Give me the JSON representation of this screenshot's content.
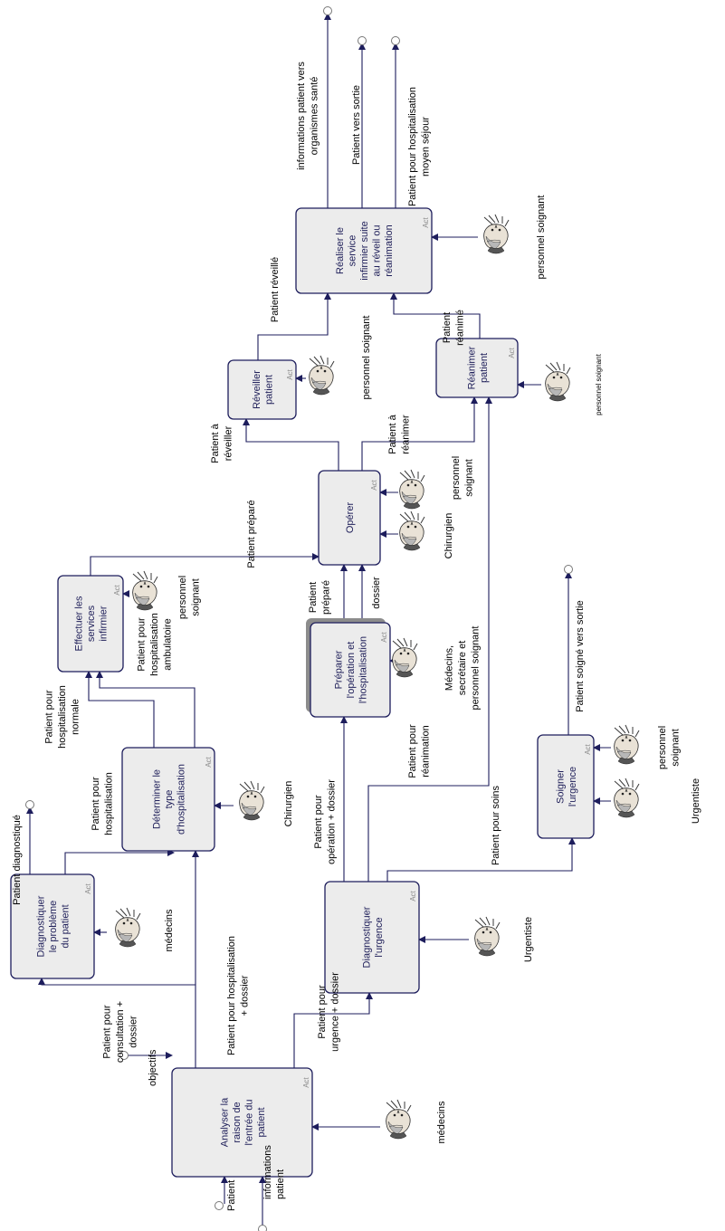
{
  "diagram": {
    "act_tag": "Act",
    "activities": {
      "analyser": [
        "Analyser la",
        "raison de",
        "l'entrée du",
        "patient"
      ],
      "diag_probleme": [
        "Diagnostiquer",
        "le problème",
        "du patient"
      ],
      "determiner": [
        "Déterminer le",
        "type",
        "d'hospitalisation"
      ],
      "diag_urgence": [
        "Diagnostiquer",
        "l'urgence"
      ],
      "effectuer": [
        "Effectuer les",
        "services",
        "infirmier"
      ],
      "preparer": [
        "Préparer",
        "l'opération et",
        "l'hospitalisation"
      ],
      "soigner": [
        "Soigner",
        "l'urgence"
      ],
      "operer": [
        "Opérer"
      ],
      "reveiller": [
        "Réveiller",
        "patient"
      ],
      "reanimer": [
        "Réanimer",
        "patient"
      ],
      "realiser": [
        "Réaliser le",
        "service",
        "infirmier suite",
        "au réveil ou",
        "réanimation"
      ]
    },
    "flows": {
      "patient_in": [
        "Patient"
      ],
      "infos_patient": [
        "informations",
        "patient"
      ],
      "objectifs": [
        "objectifs"
      ],
      "consultation": [
        "Patient pour",
        "consultation +",
        "dossier"
      ],
      "hospitalisation_dossier": [
        "Patient pour hospitalisation",
        "+ dossier"
      ],
      "urgence_dossier": [
        "Patient pour",
        "urgence + dossier"
      ],
      "diagnostique": [
        "Patient diagnostiqué"
      ],
      "pour_hospitalisation": [
        "Patient pour",
        "hospitalisation"
      ],
      "hosp_normale": [
        "Patient pour",
        "hospitalisation",
        "normale"
      ],
      "hosp_ambulatoire": [
        "Patient pour",
        "hospitalisation",
        "ambulatoire"
      ],
      "operation_dossier": [
        "Patient pour",
        "opération + dossier"
      ],
      "reanimation": [
        "Patient pour",
        "réanimation"
      ],
      "soins": [
        "Patient pour soins"
      ],
      "soigne_sortie": [
        "Patient soigné vers sortie"
      ],
      "prepare_a": [
        "Patient",
        "préparé"
      ],
      "dossier": [
        "dossier"
      ],
      "prepare_b": [
        "Patient préparé"
      ],
      "a_reveiller": [
        "Patient à",
        "réveiller"
      ],
      "a_reanimer": [
        "Patient à",
        "réanimer"
      ],
      "reveille": [
        "Patient réveillé"
      ],
      "reanime": [
        "Patient",
        "réanimé"
      ],
      "infos_organismes": [
        "informations patient vers",
        "organismes santé"
      ],
      "vers_sortie": [
        "Patient vers sortie"
      ],
      "moyen_sejour": [
        "Patient pour hospitalisation",
        "moyen séjour"
      ]
    },
    "resources": {
      "medecins_1": [
        "médecins"
      ],
      "medecins_2": [
        "médecins"
      ],
      "chirurgien_1": [
        "Chirurgien"
      ],
      "urgentiste_1": [
        "Urgentiste"
      ],
      "urgentiste_2": [
        "Urgentiste"
      ],
      "personnel_1": [
        "personnel",
        "soignant"
      ],
      "personnel_2": [
        "personnel",
        "soignant"
      ],
      "personnel_3": [
        "personnel",
        "soignant"
      ],
      "personnel_4": [
        "personnel soignant"
      ],
      "personnel_5": [
        "personnel soignant"
      ],
      "personnel_6": [
        "personnel soignant"
      ],
      "mcsp": [
        "Médecins,",
        "secrétaire et",
        "personnel soignant"
      ],
      "chirurgien_2": [
        "Chirurgien"
      ]
    }
  }
}
